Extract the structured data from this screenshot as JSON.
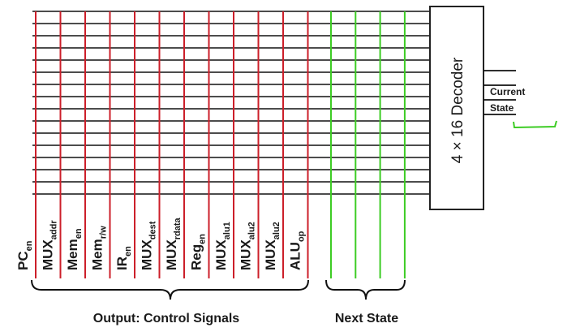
{
  "decoder": {
    "label": "4 × 16 Decoder"
  },
  "current_state": {
    "line1": "Current",
    "line2": "State"
  },
  "output_signals": [
    {
      "base": "PC",
      "sub": "en"
    },
    {
      "base": "MUX",
      "sub": "addr"
    },
    {
      "base": "Mem",
      "sub": "en"
    },
    {
      "base": "Mem",
      "sub": "r/w"
    },
    {
      "base": "IR",
      "sub": "en"
    },
    {
      "base": "MUX",
      "sub": "dest"
    },
    {
      "base": "MUX",
      "sub": "rdata"
    },
    {
      "base": "Reg",
      "sub": "en"
    },
    {
      "base": "MUX",
      "sub": "alu1"
    },
    {
      "base": "MUX",
      "sub": "alu2"
    },
    {
      "base": "MUX",
      "sub": "alu2"
    },
    {
      "base": "ALU",
      "sub": "op"
    }
  ],
  "captions": {
    "outputs": "Output: Control Signals",
    "next_state": "Next State"
  },
  "colors": {
    "output_lines": "#cc1f2a",
    "next_state_lines": "#3dcc24",
    "rows": "#111111",
    "decoder_border": "#222222"
  },
  "counts": {
    "product_rows": 16,
    "next_state_lines": 4,
    "current_state_inputs": 4
  }
}
